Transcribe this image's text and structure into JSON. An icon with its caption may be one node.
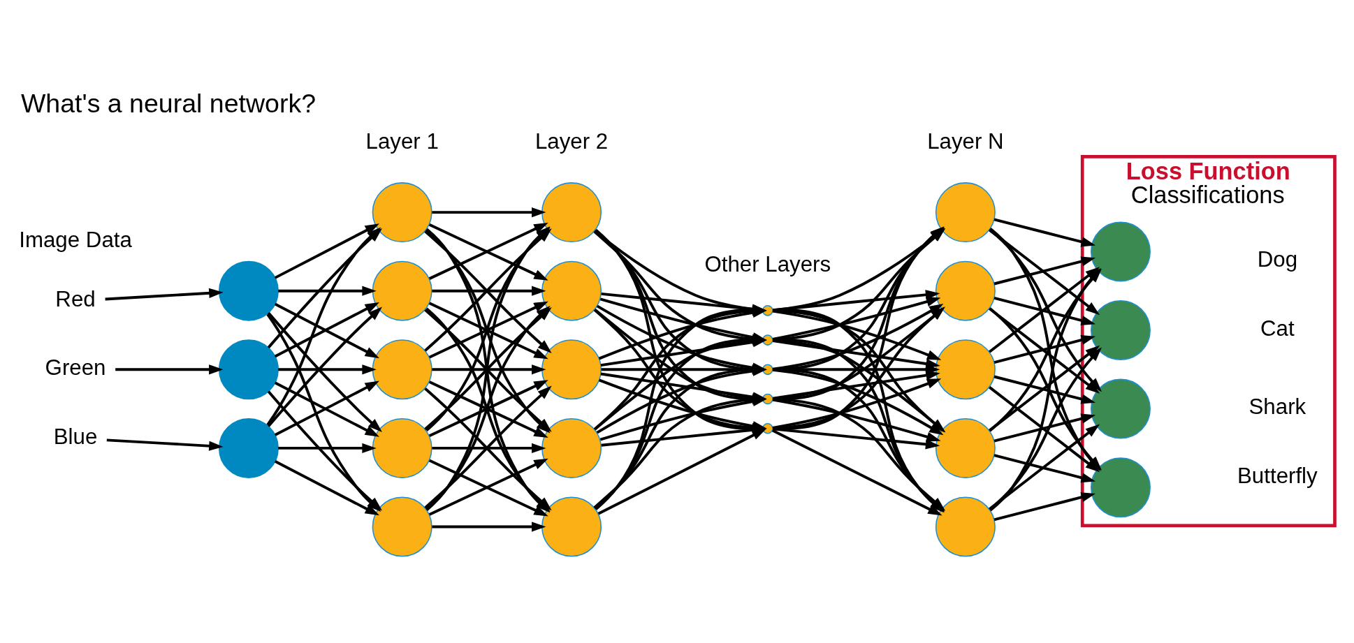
{
  "diagram": {
    "title": "What's a neural network?",
    "nodes": [
      {
        "text": [
          "Red"
        ]
      },
      {
        "text": [
          "Green"
        ]
      },
      {
        "text": [
          "Blue"
        ]
      },
      {
        "text": [],
        "shape": "circle"
      },
      {
        "text": [],
        "shape": "circle"
      },
      {
        "text": [],
        "shape": "circle"
      },
      {
        "text": [],
        "shape": "circle"
      },
      {
        "text": [],
        "shape": "circle"
      },
      {
        "text": [],
        "shape": "circle"
      },
      {
        "text": [],
        "shape": "circle"
      },
      {
        "text": [],
        "shape": "circle"
      },
      {
        "text": [],
        "shape": "circle"
      },
      {
        "text": [],
        "shape": "circle"
      },
      {
        "text": [],
        "shape": "circle"
      },
      {
        "text": [],
        "shape": "circle"
      },
      {
        "text": [],
        "shape": "circle"
      },
      {
        "text": [],
        "shape": "circle"
      },
      {
        "text": [],
        "shape": "circle"
      },
      {
        "text": [],
        "shape": "circle"
      },
      {
        "text": [],
        "shape": "circle"
      },
      {
        "text": [],
        "shape": "circle"
      },
      {
        "text": [],
        "shape": "circle"
      },
      {
        "text": [],
        "shape": "circle"
      },
      {
        "text": [],
        "shape": "circle"
      },
      {
        "text": [],
        "shape": "circle"
      },
      {
        "text": [],
        "shape": "circle"
      },
      {
        "text": [
          "Loss Function",
          "Classifications"
        ]
      },
      {
        "text": [],
        "shape": "circle",
        "in": 26
      },
      {
        "text": [],
        "shape": "circle",
        "in": 26
      },
      {
        "text": [],
        "shape": "circle",
        "in": 26
      },
      {
        "text": [],
        "shape": "circle",
        "in": 26
      }
    ],
    "edges": [
      {
        "from": 0,
        "to": 3,
        "arrow": "to"
      },
      {
        "from": 1,
        "to": 4,
        "arrow": "to"
      },
      {
        "from": 2,
        "to": 5,
        "arrow": "to"
      },
      {
        "from": 3,
        "to": 6,
        "arrow": "to"
      },
      {
        "from": 3,
        "to": 7,
        "arrow": "to"
      },
      {
        "from": 3,
        "to": 8,
        "arrow": "to"
      },
      {
        "from": 3,
        "to": 9,
        "arrow": "to"
      },
      {
        "from": 3,
        "to": 10,
        "arrow": "to"
      },
      {
        "from": 4,
        "to": 6,
        "arrow": "to"
      },
      {
        "from": 4,
        "to": 7,
        "arrow": "to"
      },
      {
        "from": 4,
        "to": 8,
        "arrow": "to"
      },
      {
        "from": 4,
        "to": 9,
        "arrow": "to"
      },
      {
        "from": 4,
        "to": 10,
        "arrow": "to"
      },
      {
        "from": 5,
        "to": 6,
        "arrow": "to"
      },
      {
        "from": 5,
        "to": 7,
        "arrow": "to"
      },
      {
        "from": 5,
        "to": 8,
        "arrow": "to"
      },
      {
        "from": 5,
        "to": 9,
        "arrow": "to"
      },
      {
        "from": 5,
        "to": 10,
        "arrow": "to"
      },
      {
        "from": 6,
        "to": 11,
        "arrow": "to"
      },
      {
        "from": 6,
        "to": 12,
        "arrow": "to"
      },
      {
        "from": 6,
        "to": 13,
        "arrow": "to"
      },
      {
        "from": 6,
        "to": 14,
        "arrow": "to"
      },
      {
        "from": 6,
        "to": 15,
        "arrow": "to"
      },
      {
        "from": 7,
        "to": 11,
        "arrow": "to"
      },
      {
        "from": 7,
        "to": 12,
        "arrow": "to"
      },
      {
        "from": 7,
        "to": 13,
        "arrow": "to"
      },
      {
        "from": 7,
        "to": 14,
        "arrow": "to"
      },
      {
        "from": 7,
        "to": 15,
        "arrow": "to"
      },
      {
        "from": 8,
        "to": 11,
        "arrow": "to"
      },
      {
        "from": 8,
        "to": 12,
        "arrow": "to"
      },
      {
        "from": 8,
        "to": 13,
        "arrow": "to"
      },
      {
        "from": 8,
        "to": 14,
        "arrow": "to"
      },
      {
        "from": 8,
        "to": 15,
        "arrow": "to"
      },
      {
        "from": 9,
        "to": 11,
        "arrow": "to"
      },
      {
        "from": 9,
        "to": 12,
        "arrow": "to"
      },
      {
        "from": 9,
        "to": 13,
        "arrow": "to"
      },
      {
        "from": 9,
        "to": 14,
        "arrow": "to"
      },
      {
        "from": 9,
        "to": 15,
        "arrow": "to"
      },
      {
        "from": 10,
        "to": 11,
        "arrow": "to"
      },
      {
        "from": 10,
        "to": 12,
        "arrow": "to"
      },
      {
        "from": 10,
        "to": 13,
        "arrow": "to"
      },
      {
        "from": 10,
        "to": 14,
        "arrow": "to"
      },
      {
        "from": 10,
        "to": 15,
        "arrow": "to"
      },
      {
        "from": 11,
        "to": 16,
        "arrow": "to"
      },
      {
        "from": 11,
        "to": 17,
        "arrow": "to"
      },
      {
        "from": 11,
        "to": 18,
        "arrow": "to"
      },
      {
        "from": 11,
        "to": 19,
        "arrow": "to"
      },
      {
        "from": 11,
        "to": 20,
        "arrow": "to"
      },
      {
        "from": 12,
        "to": 16,
        "arrow": "to"
      },
      {
        "from": 12,
        "to": 17,
        "arrow": "to"
      },
      {
        "from": 12,
        "to": 18,
        "arrow": "to"
      },
      {
        "from": 12,
        "to": 19,
        "arrow": "to"
      },
      {
        "from": 12,
        "to": 20,
        "arrow": "to"
      },
      {
        "from": 13,
        "to": 16,
        "arrow": "to"
      },
      {
        "from": 13,
        "to": 17,
        "arrow": "to"
      },
      {
        "from": 13,
        "to": 18,
        "arrow": "to"
      },
      {
        "from": 13,
        "to": 19,
        "arrow": "to"
      },
      {
        "from": 13,
        "to": 20,
        "arrow": "to"
      },
      {
        "from": 14,
        "to": 16,
        "arrow": "to"
      },
      {
        "from": 14,
        "to": 17,
        "arrow": "to"
      },
      {
        "from": 14,
        "to": 18,
        "arrow": "to"
      },
      {
        "from": 14,
        "to": 19,
        "arrow": "to"
      },
      {
        "from": 14,
        "to": 20,
        "arrow": "to"
      },
      {
        "from": 15,
        "to": 16,
        "arrow": "to"
      },
      {
        "from": 15,
        "to": 17,
        "arrow": "to"
      },
      {
        "from": 15,
        "to": 18,
        "arrow": "to"
      },
      {
        "from": 15,
        "to": 19,
        "arrow": "to"
      },
      {
        "from": 15,
        "to": 20,
        "arrow": "to"
      },
      {
        "from": 16,
        "to": 21,
        "arrow": "to"
      },
      {
        "from": 16,
        "to": 22,
        "arrow": "to"
      },
      {
        "from": 16,
        "to": 23,
        "arrow": "to"
      },
      {
        "from": 16,
        "to": 24,
        "arrow": "to"
      },
      {
        "from": 16,
        "to": 25,
        "arrow": "to"
      },
      {
        "from": 17,
        "to": 21,
        "arrow": "to"
      },
      {
        "from": 17,
        "to": 22,
        "arrow": "to"
      },
      {
        "from": 17,
        "to": 23,
        "arrow": "to"
      },
      {
        "from": 17,
        "to": 24,
        "arrow": "to"
      },
      {
        "from": 17,
        "to": 25,
        "arrow": "to"
      },
      {
        "from": 18,
        "to": 21,
        "arrow": "to"
      },
      {
        "from": 18,
        "to": 22,
        "arrow": "to"
      },
      {
        "from": 18,
        "to": 23,
        "arrow": "to"
      },
      {
        "from": 18,
        "to": 24,
        "arrow": "to"
      },
      {
        "from": 18,
        "to": 25,
        "arrow": "to"
      },
      {
        "from": 19,
        "to": 21,
        "arrow": "to"
      },
      {
        "from": 19,
        "to": 22,
        "arrow": "to"
      },
      {
        "from": 19,
        "to": 23,
        "arrow": "to"
      },
      {
        "from": 19,
        "to": 24,
        "arrow": "to"
      },
      {
        "from": 19,
        "to": 25,
        "arrow": "to"
      },
      {
        "from": 20,
        "to": 21,
        "arrow": "to"
      },
      {
        "from": 20,
        "to": 22,
        "arrow": "to"
      },
      {
        "from": 20,
        "to": 23,
        "arrow": "to"
      },
      {
        "from": 20,
        "to": 24,
        "arrow": "to"
      },
      {
        "from": 20,
        "to": 25,
        "arrow": "to"
      },
      {
        "from": 21,
        "to": 27,
        "arrow": "to"
      },
      {
        "from": 21,
        "to": 28,
        "arrow": "to"
      },
      {
        "from": 21,
        "to": 29,
        "arrow": "to"
      },
      {
        "from": 21,
        "to": 30,
        "arrow": "to"
      },
      {
        "from": 22,
        "to": 27,
        "arrow": "to"
      },
      {
        "from": 22,
        "to": 28,
        "arrow": "to"
      },
      {
        "from": 22,
        "to": 29,
        "arrow": "to"
      },
      {
        "from": 22,
        "to": 30,
        "arrow": "to"
      },
      {
        "from": 23,
        "to": 27,
        "arrow": "to"
      },
      {
        "from": 23,
        "to": 28,
        "arrow": "to"
      },
      {
        "from": 23,
        "to": 29,
        "arrow": "to"
      },
      {
        "from": 23,
        "to": 30,
        "arrow": "to"
      },
      {
        "from": 24,
        "to": 27,
        "arrow": "to"
      },
      {
        "from": 24,
        "to": 28,
        "arrow": "to"
      },
      {
        "from": 24,
        "to": 29,
        "arrow": "to"
      },
      {
        "from": 24,
        "to": 30,
        "arrow": "to"
      },
      {
        "from": 25,
        "to": 27,
        "arrow": "to"
      },
      {
        "from": 25,
        "to": 28,
        "arrow": "to"
      },
      {
        "from": 25,
        "to": 29,
        "arrow": "to"
      },
      {
        "from": 25,
        "to": 30,
        "arrow": "to"
      }
    ],
    "labels": [
      "Image Data",
      "Layer 1",
      "Layer 2",
      "Other Layers",
      "Layer N",
      "Dog",
      "Cat",
      "Shark",
      "Butterfly"
    ]
  }
}
